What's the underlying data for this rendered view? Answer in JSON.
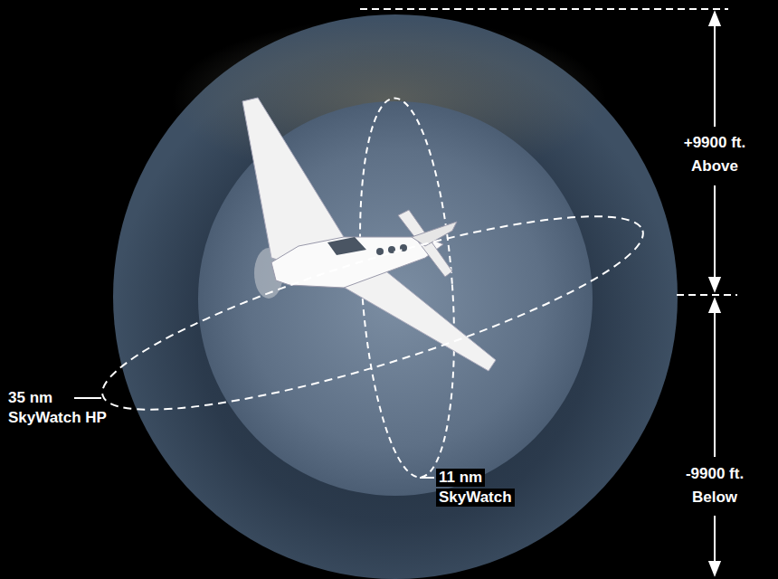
{
  "diagram": {
    "labels": [
      "35 nm",
      "SkyWatch HP",
      "11 nm",
      "SkyWatch",
      "+9900 ft.",
      "Above",
      "-9900 ft.",
      "Below"
    ]
  }
}
